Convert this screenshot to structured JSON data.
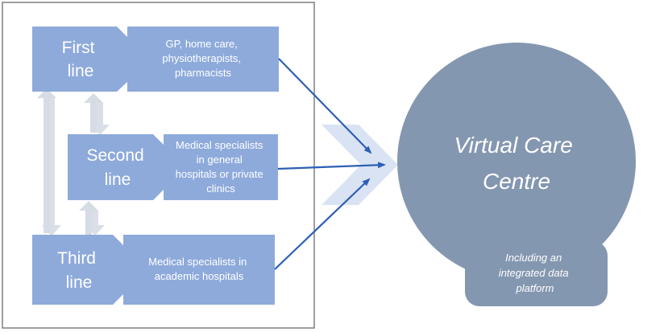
{
  "colors": {
    "box_fill": "#8eaadb",
    "arrow_light": "#d6dce4",
    "chevron": "#dae3f3",
    "connector": "#2e5fb5",
    "centre_fill": "#8497b0",
    "frame": "#7f7f7f"
  },
  "lines": [
    {
      "name": [
        "First",
        "line"
      ],
      "description": [
        "GP, home care,",
        "physiotherapists,",
        "pharmacists"
      ]
    },
    {
      "name": [
        "Second",
        "line"
      ],
      "description": [
        "Medical specialists",
        "in general",
        "hospitals or private",
        "clinics"
      ]
    },
    {
      "name": [
        "Third",
        "line"
      ],
      "description": [
        "Medical specialists in",
        "academic hospitals"
      ]
    }
  ],
  "centre": {
    "title": [
      "Virtual Care",
      "Centre"
    ],
    "subtitle": [
      "Including an",
      "integrated data",
      "platform"
    ]
  }
}
